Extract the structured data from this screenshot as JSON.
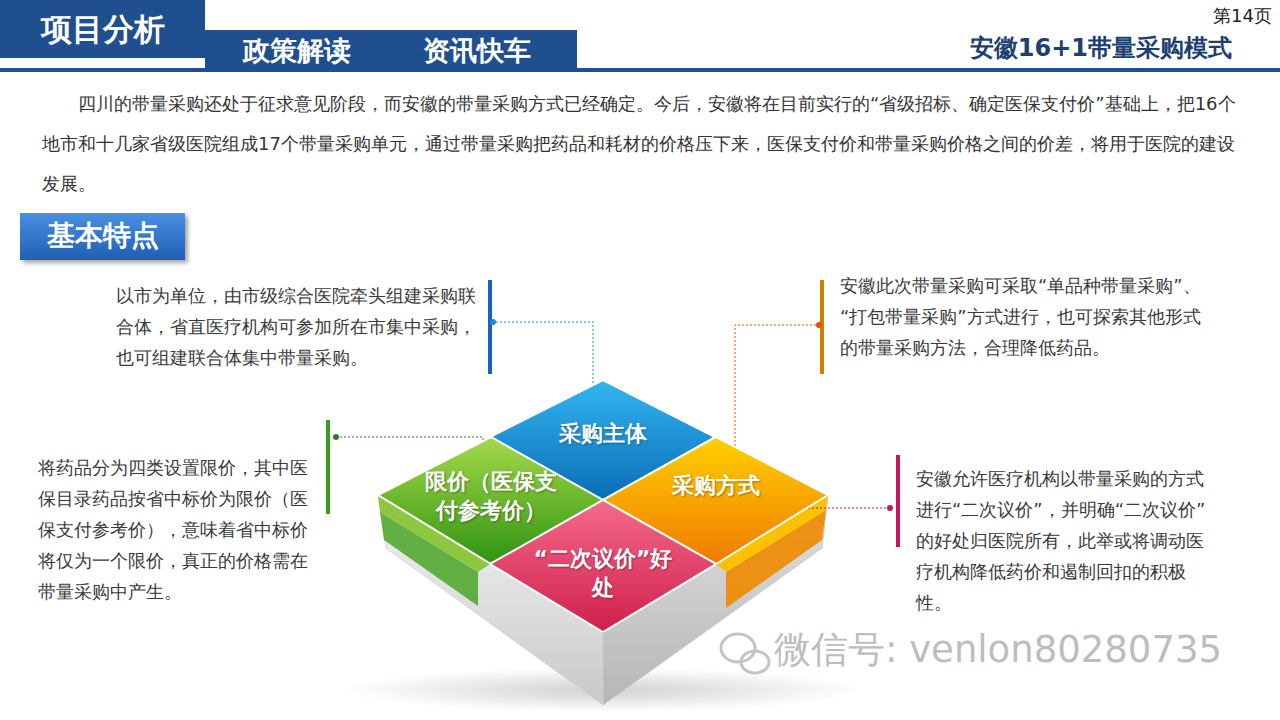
{
  "diagram": {
    "title": "安徽16+1带量采购模式",
    "nodes": [
      {
        "text": [
          "项目分析"
        ]
      },
      {
        "text": [
          "政策解读"
        ]
      },
      {
        "text": [
          "资讯快车"
        ]
      },
      {
        "text": [
          "基本特点"
        ]
      },
      {
        "text": [
          "采购主体"
        ]
      },
      {
        "text": [
          "限价（医保支付参考价）"
        ]
      },
      {
        "text": [
          "采购方式"
        ]
      },
      {
        "text": [
          "“二次议价”好处"
        ]
      }
    ],
    "labels": [
      "第14页",
      "四川的带量采购还处于征求意见阶段，而安徽的带量采购方式已经确定。今后，安徽将在目前实行的“省级招标、确定医保支付价”基础上，把16个地市和十几家省级医院组成17个带量采购单元，通过带量采购把药品和耗材的价格压下来，医保支付价和带量采购价格之间的价差，将用于医院的建设发展。",
      "以市为单位，由市级综合医院牵头组建采购联合体，省直医疗机构可参加所在市集中采购，也可组建联合体集中带量采购。",
      "安徽此次带量采购可采取“单品种带量采购”、“打包带量采购”方式进行，也可探索其他形式的带量采购方法，合理降低药品。",
      "将药品分为四类设置限价，其中医保目录药品按省中标价为限价（医保支付参考价），意味着省中标价将仅为一个限价，真正的价格需在带量采购中产生。",
      "安徽允许医疗机构以带量采购的方式进行“二次议价”，并明确“二次议价”的好处归医院所有，此举或将调动医疗机构降低药价和遏制回扣的积极性。",
      "微信号: venlon80280735"
    ]
  }
}
